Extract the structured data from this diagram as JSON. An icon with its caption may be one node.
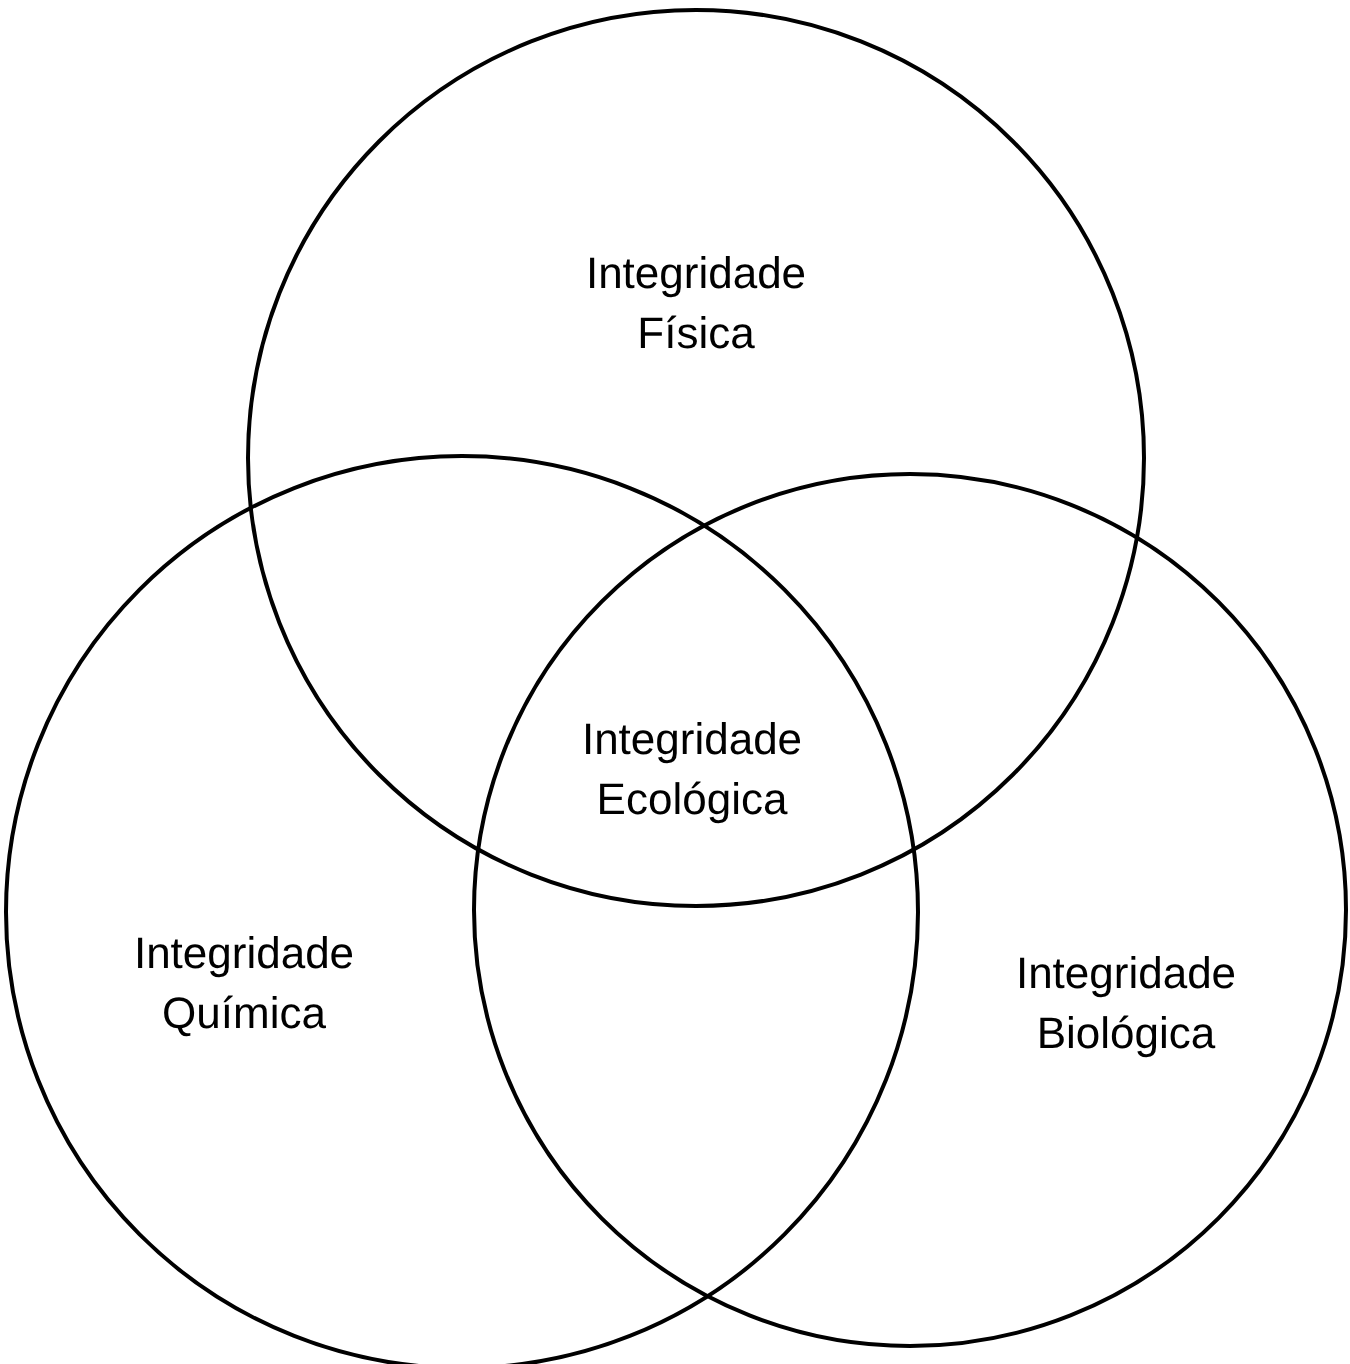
{
  "diagram": {
    "nodes": [
      {
        "text": [
          "Integridade Física"
        ]
      },
      {
        "text": [
          "Integridade Química"
        ]
      },
      {
        "text": [
          "Integridade Biológica"
        ]
      }
    ],
    "labels": [
      "Integridade Ecológica"
    ]
  }
}
